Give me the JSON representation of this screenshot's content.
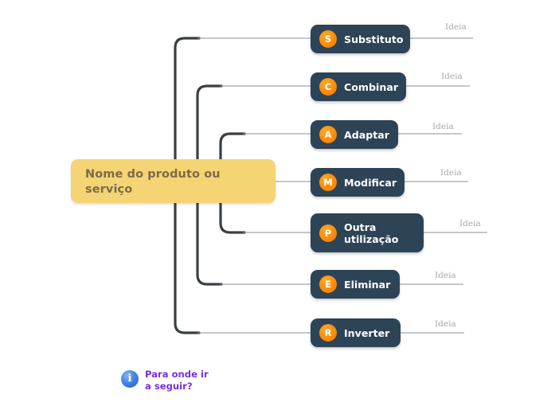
{
  "diagram": {
    "type": "mind-map",
    "technique": "SCAMPER",
    "background_color": "#ffffff",
    "central_topic": {
      "label": "Nome do produto ou\nserviço",
      "fill_color": "#f5d473",
      "text_color": "#7b6a4a"
    },
    "node_style": {
      "fill_color": "#2d4356",
      "text_color": "#ffffff",
      "badge_color": "#fb8c0a"
    },
    "branch_label_color": "#a8a8a8",
    "connector_color": "#3a3f44",
    "nodes": [
      {
        "badge": "S",
        "label": "Substituto",
        "branch_label": "Ideia"
      },
      {
        "badge": "C",
        "label": "Combinar",
        "branch_label": "Ideia"
      },
      {
        "badge": "A",
        "label": "Adaptar",
        "branch_label": "Ideia"
      },
      {
        "badge": "M",
        "label": "Modificar",
        "branch_label": "Ideia"
      },
      {
        "badge": "P",
        "label": "Outra\nutilização",
        "branch_label": "Ideia"
      },
      {
        "badge": "E",
        "label": "Eliminar",
        "branch_label": "Ideia"
      },
      {
        "badge": "R",
        "label": "Inverter",
        "branch_label": "Ideia"
      }
    ],
    "footer": {
      "icon": "info-icon",
      "label": "Para onde ir\na seguir?",
      "text_color": "#7a2ee0"
    }
  }
}
